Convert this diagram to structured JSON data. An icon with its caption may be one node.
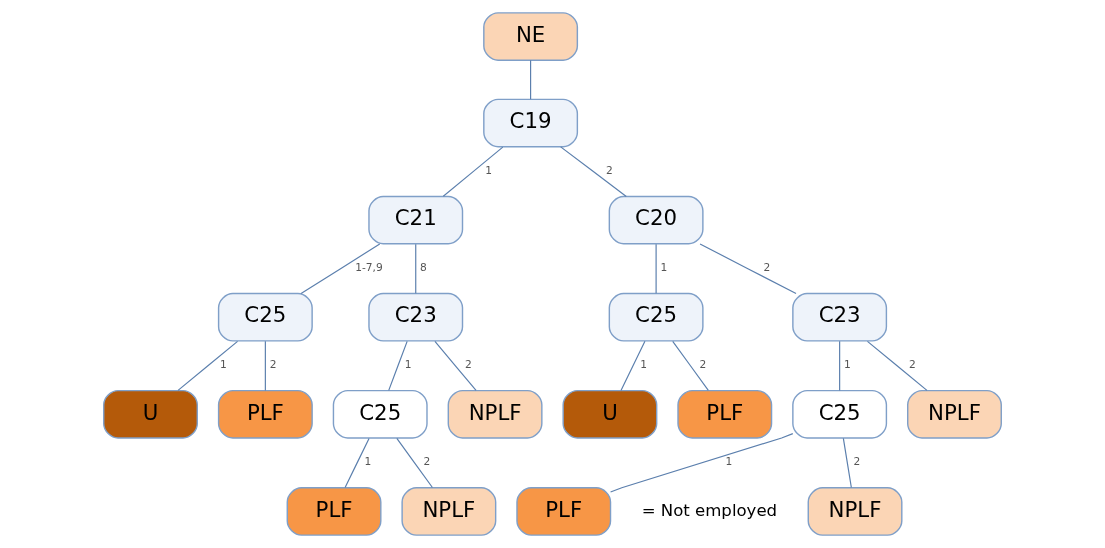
{
  "diagram": {
    "nodes": [
      {
        "text": [
          "NE"
        ]
      },
      {
        "text": [
          "C19"
        ]
      },
      {
        "text": [
          "C21"
        ]
      },
      {
        "text": [
          "C20"
        ]
      },
      {
        "text": [
          "C25"
        ]
      },
      {
        "text": [
          "C23"
        ]
      },
      {
        "text": [
          "C25"
        ]
      },
      {
        "text": [
          "C23"
        ]
      },
      {
        "text": [
          "U"
        ]
      },
      {
        "text": [
          "PLF"
        ]
      },
      {
        "text": [
          "C25"
        ]
      },
      {
        "text": [
          "NPLF"
        ]
      },
      {
        "text": [
          "U"
        ]
      },
      {
        "text": [
          "PLF"
        ]
      },
      {
        "text": [
          "C25"
        ]
      },
      {
        "text": [
          "NPLF"
        ]
      },
      {
        "text": [
          "PLF"
        ]
      },
      {
        "text": [
          "NPLF"
        ]
      },
      {
        "text": [
          "PLF"
        ]
      },
      {
        "text": [
          "NPLF"
        ]
      }
    ],
    "edges": [
      {
        "from": 0,
        "to": 1,
        "arrow": "none"
      },
      {
        "from": 1,
        "to": 2,
        "arrow": "none",
        "label": "1"
      },
      {
        "from": 1,
        "to": 3,
        "arrow": "none",
        "label": "2"
      },
      {
        "from": 2,
        "to": 4,
        "arrow": "none",
        "label": "1-7,9"
      },
      {
        "from": 2,
        "to": 5,
        "arrow": "none",
        "label": "8"
      },
      {
        "from": 3,
        "to": 6,
        "arrow": "none",
        "label": "1"
      },
      {
        "from": 3,
        "to": 7,
        "arrow": "none",
        "label": "2"
      },
      {
        "from": 4,
        "to": 8,
        "arrow": "none",
        "label": "1"
      },
      {
        "from": 4,
        "to": 9,
        "arrow": "none",
        "label": "2"
      },
      {
        "from": 5,
        "to": 10,
        "arrow": "none",
        "label": "1"
      },
      {
        "from": 5,
        "to": 11,
        "arrow": "none",
        "label": "2"
      },
      {
        "from": 6,
        "to": 12,
        "arrow": "none",
        "label": "1"
      },
      {
        "from": 6,
        "to": 13,
        "arrow": "none",
        "label": "2"
      },
      {
        "from": 7,
        "to": 14,
        "arrow": "none",
        "label": "1"
      },
      {
        "from": 7,
        "to": 15,
        "arrow": "none",
        "label": "2"
      },
      {
        "from": 10,
        "to": 16,
        "arrow": "none",
        "label": "1"
      },
      {
        "from": 10,
        "to": 17,
        "arrow": "none",
        "label": "2"
      },
      {
        "from": 14,
        "to": 18,
        "arrow": "none",
        "label": "1"
      },
      {
        "from": 14,
        "to": 19,
        "arrow": "none",
        "label": "2"
      }
    ],
    "labels": [
      "= Not employed"
    ]
  }
}
